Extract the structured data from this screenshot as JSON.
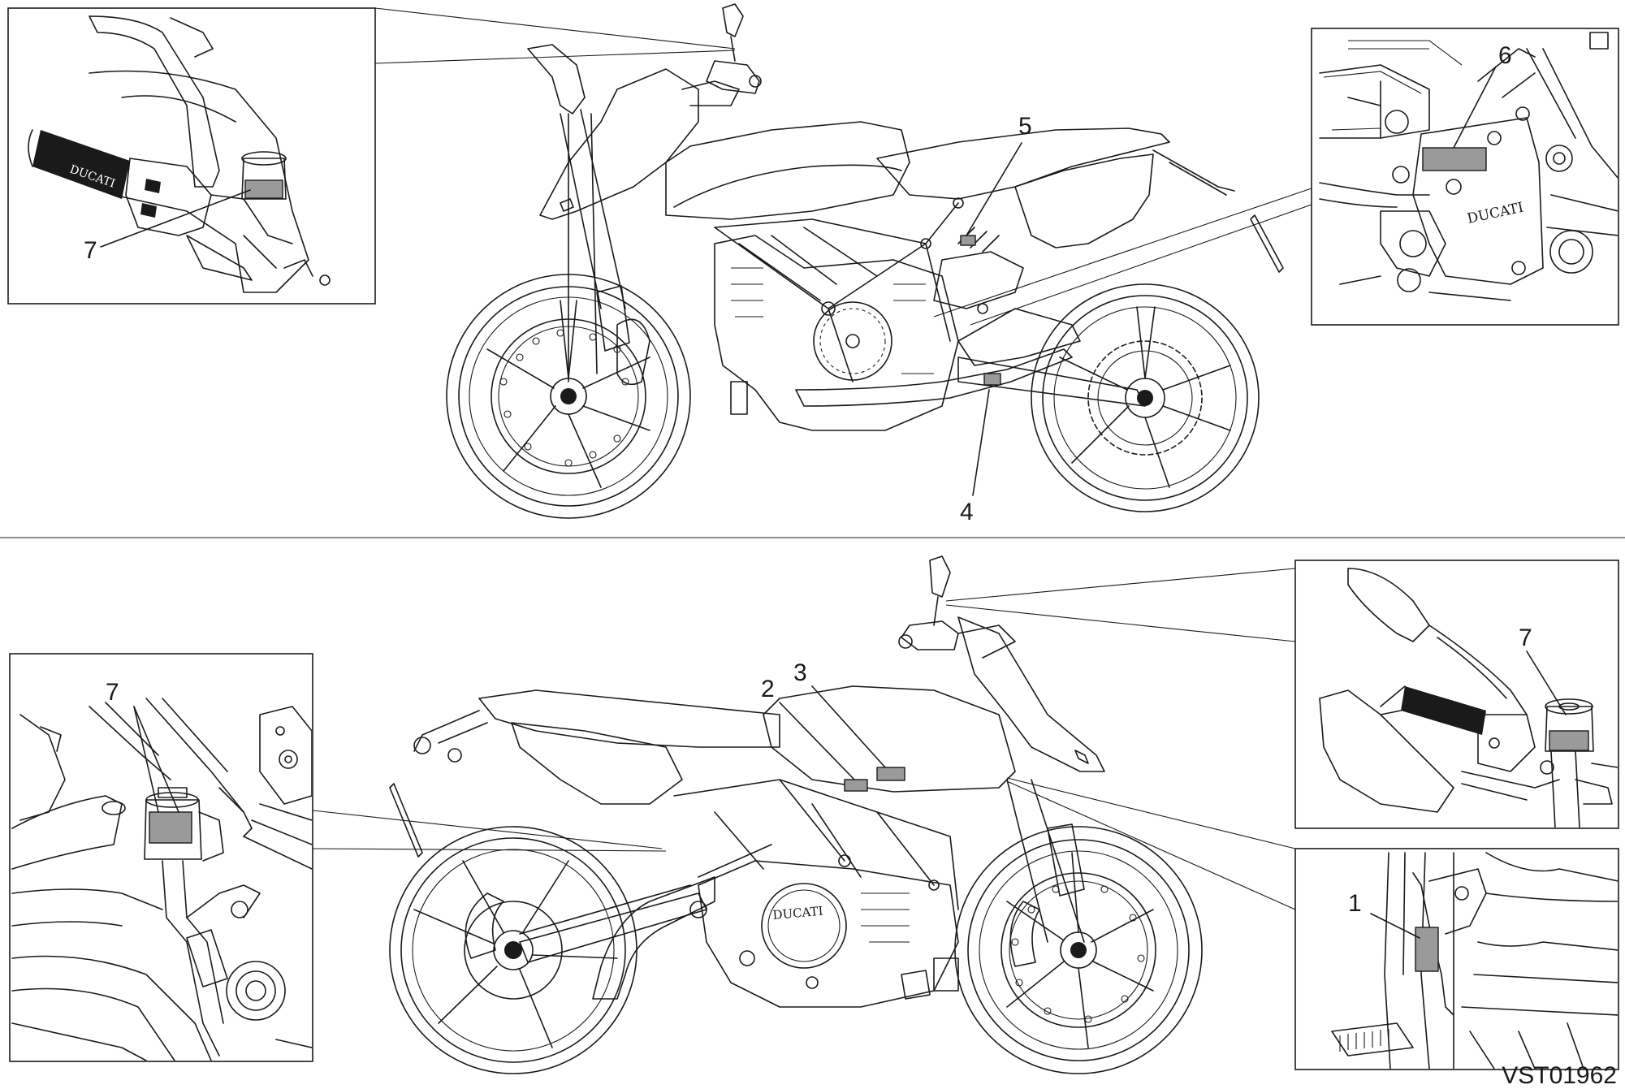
{
  "figure": {
    "reference_code": "VST01962",
    "label_fill_color": "#9a9a9a",
    "line_color": "#1a1a1a"
  },
  "callouts": {
    "top_bike_4": "4",
    "top_bike_5": "5",
    "top_left_detail_7": "7",
    "top_right_detail_6": "6",
    "bottom_bike_2": "2",
    "bottom_bike_3": "3",
    "bottom_left_detail_7": "7",
    "bottom_right_upper_detail_7": "7",
    "bottom_right_lower_detail_1": "1"
  },
  "details": {
    "top_left_grip_text": "DUCATI",
    "top_right_cover_text": "DUCATI",
    "bottom_bike_engine_text": "DUCATI"
  }
}
